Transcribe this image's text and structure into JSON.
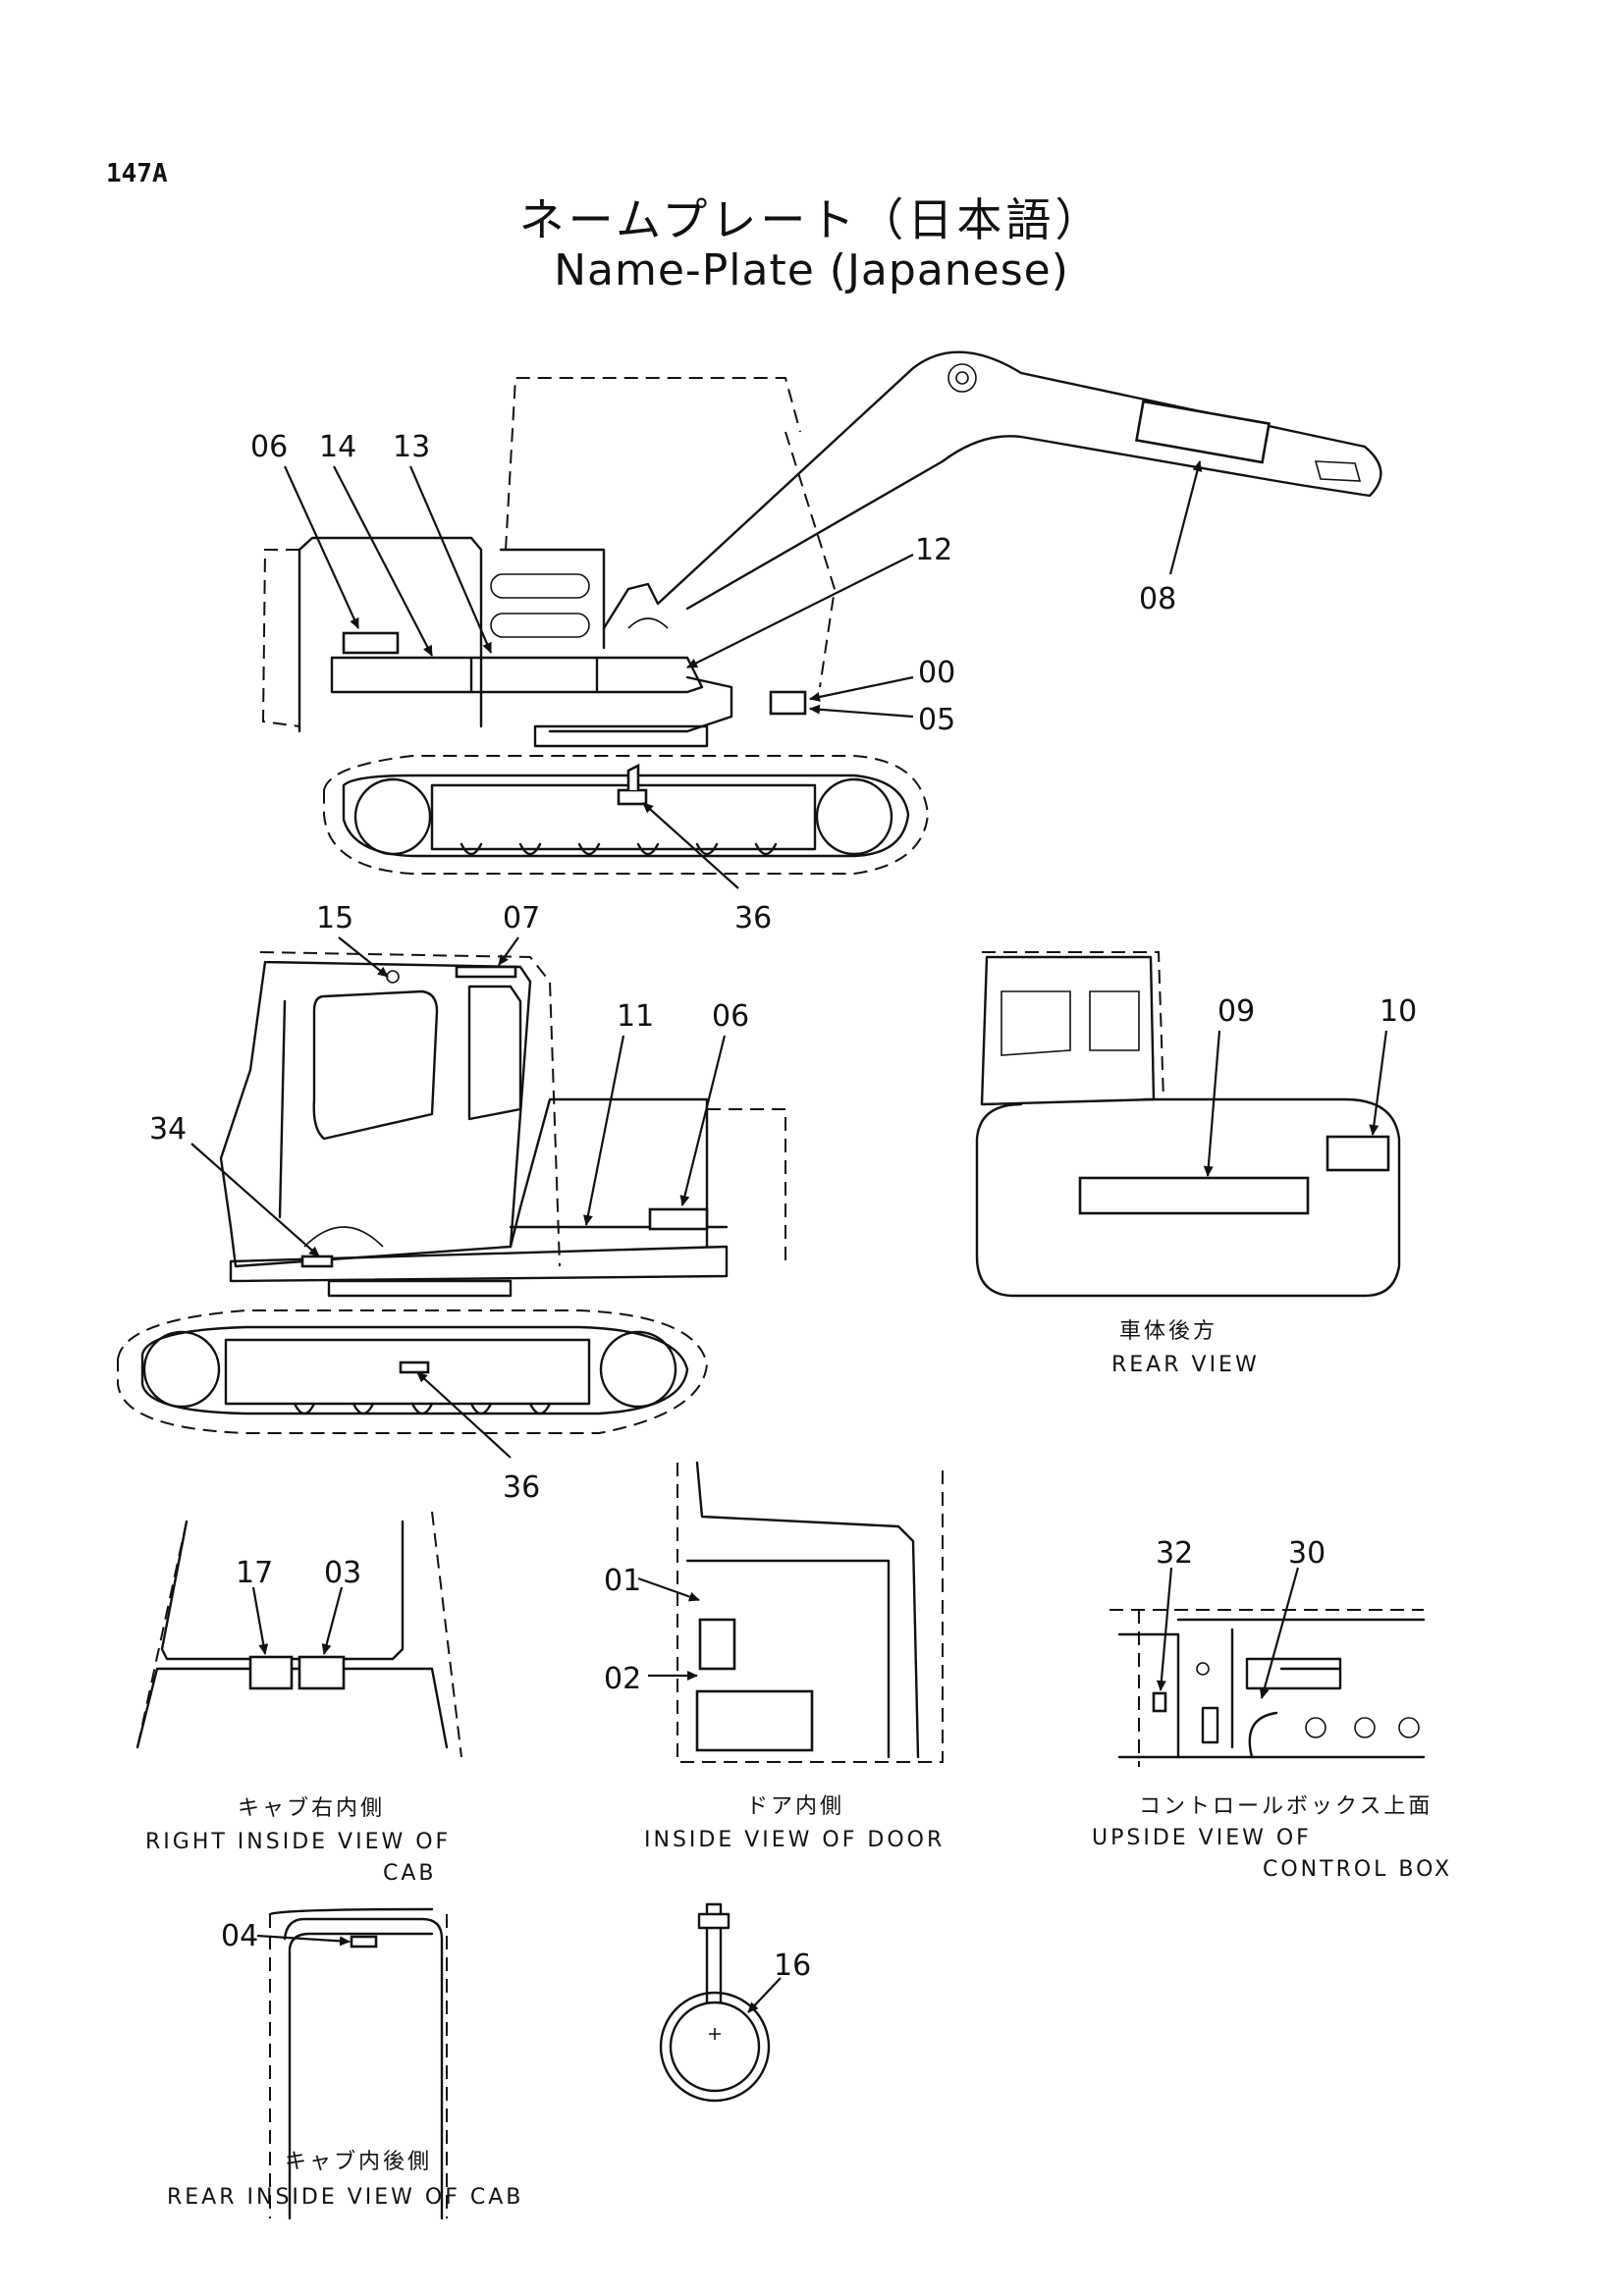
{
  "page_number": "147A",
  "title_jp": "ネームプレート（日本語）",
  "title_en": "Name-Plate (Japanese)",
  "callouts": {
    "c06a": "06",
    "c14": "14",
    "c13": "13",
    "c12": "12",
    "c08": "08",
    "c00": "00",
    "c05": "05",
    "c36a": "36",
    "c15": "15",
    "c07": "07",
    "c11": "11",
    "c06b": "06",
    "c34": "34",
    "c36b": "36",
    "c09": "09",
    "c10": "10",
    "c17": "17",
    "c03": "03",
    "c01": "01",
    "c02": "02",
    "c32": "32",
    "c30": "30",
    "c04": "04",
    "c16": "16"
  },
  "captions": {
    "rear_view_jp": "車体後方",
    "rear_view_en": "REAR VIEW",
    "right_inside_cab_jp": "キャブ右内側",
    "right_inside_cab_en_1": "RIGHT INSIDE VIEW OF",
    "right_inside_cab_en_2": "CAB",
    "door_jp": "ドア内側",
    "door_en": "INSIDE VIEW OF DOOR",
    "control_box_jp": "コントロールボックス上面",
    "control_box_en_1": "UPSIDE VIEW OF",
    "control_box_en_2": "CONTROL BOX",
    "rear_inside_cab_jp": "キャブ内後側",
    "rear_inside_cab_en": "REAR INSIDE VIEW OF CAB"
  }
}
